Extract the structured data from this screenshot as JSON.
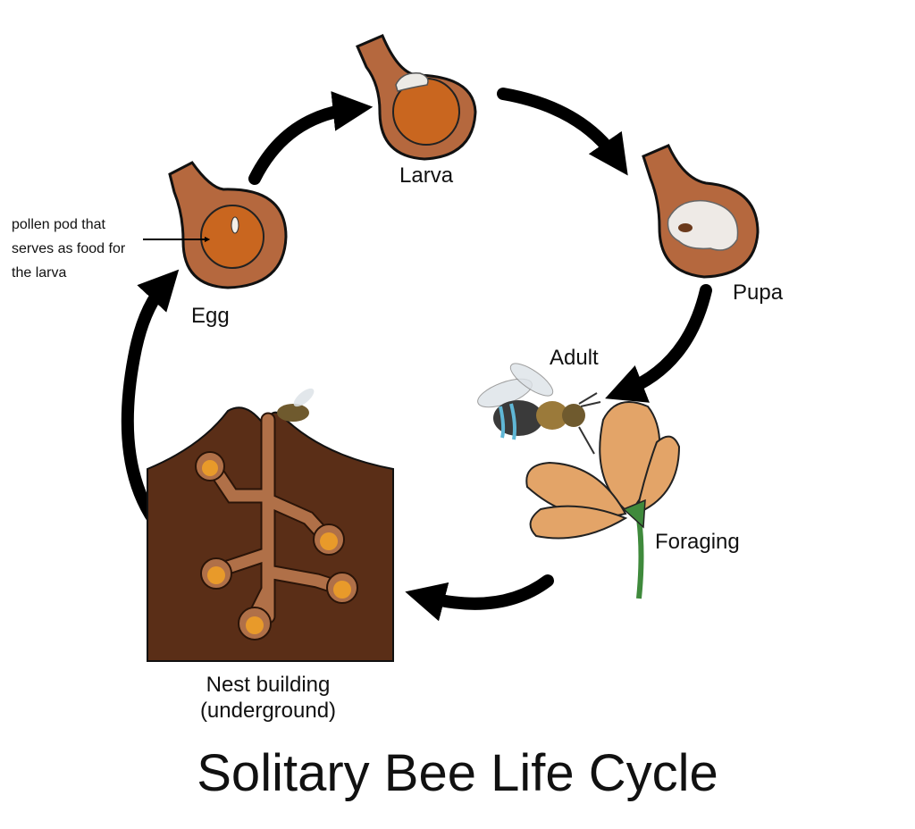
{
  "title": "Solitary Bee Life Cycle",
  "stages": {
    "egg": "Egg",
    "larva": "Larva",
    "pupa": "Pupa",
    "adult": "Adult",
    "foraging": "Foraging",
    "nest_line1": "Nest building",
    "nest_line2": "(underground)"
  },
  "annotation": {
    "line1": "pollen pod that",
    "line2": "serves as food for",
    "line3": "the larva"
  },
  "colors": {
    "cell": "#b5683e",
    "pollen": "#c9661f",
    "soil": "#5a2e17",
    "tunnel": "#b07048",
    "petal": "#e3a468",
    "stem": "#3f8a3c",
    "arrow": "#000000"
  }
}
